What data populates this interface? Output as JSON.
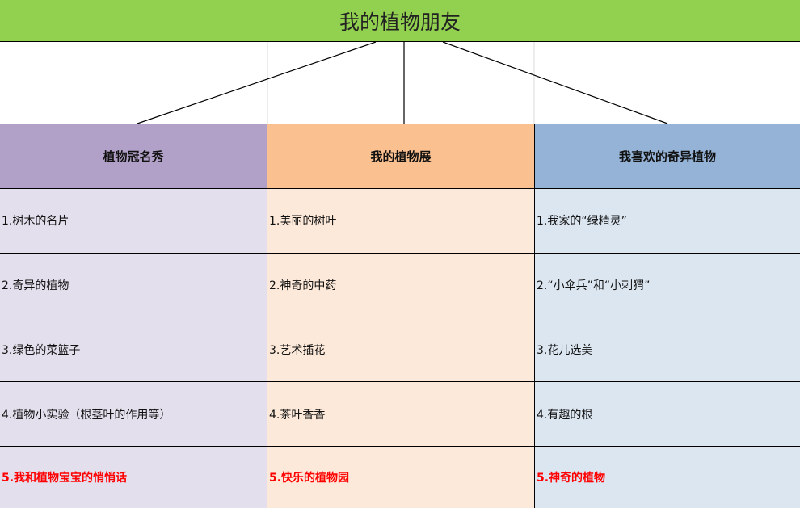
{
  "title": "我的植物朋友",
  "columns": [
    {
      "heading": "植物冠名秀",
      "items": [
        "1.树木的名片",
        "2.奇异的植物",
        "3.绿色的菜篮子",
        "4.植物小实验（根茎叶的作用等）",
        "5.我和植物宝宝的悄悄话"
      ]
    },
    {
      "heading": "我的植物展",
      "items": [
        "1.美丽的树叶",
        "2.神奇的中药",
        "3.艺术插花",
        "4.茶叶香香",
        "5.快乐的植物园"
      ]
    },
    {
      "heading": "我喜欢的奇异植物",
      "items": [
        "1.我家的“绿精灵”",
        "2.“小伞兵”和“小刺猬”",
        "3.花儿选美",
        "4.有趣的根",
        "5.神奇的植物"
      ]
    }
  ],
  "colors": {
    "title_bg": "#92d050",
    "col1_head": "#b1a0c7",
    "col1_body": "#e4dfec",
    "col2_head": "#fac090",
    "col2_body": "#fde9d9",
    "col3_head": "#95b3d7",
    "col3_body": "#dce6f1",
    "highlight_text": "#ff0000"
  }
}
